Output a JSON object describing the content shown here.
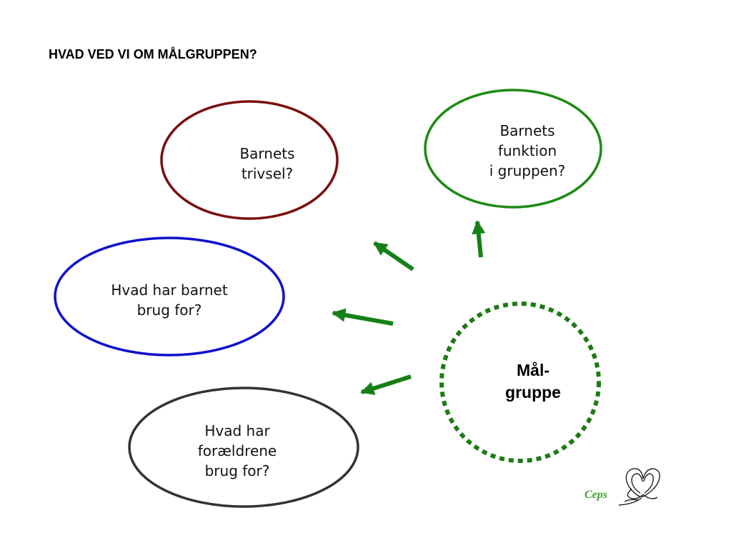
{
  "title": "HVAD VED VI OM MÅLGRUPPEN?",
  "center": {
    "lines": [
      "Mål-",
      "gruppe"
    ],
    "border_color": "#1e7a14",
    "border_style": "dotted"
  },
  "bubbles": [
    {
      "id": "trivsel",
      "lines": [
        "Barnets",
        "trivsel?"
      ],
      "border_color": "#7a0e0e"
    },
    {
      "id": "funktion",
      "lines": [
        "Barnets",
        "funktion",
        "i gruppen?"
      ],
      "border_color": "#1e8a14"
    },
    {
      "id": "barnet-brug",
      "lines": [
        "Hvad har barnet",
        "brug for?"
      ],
      "border_color": "#1010cc"
    },
    {
      "id": "foraeldrene-brug",
      "lines": [
        "Hvad har",
        "forældrene",
        "brug for?"
      ],
      "border_color": "#333333"
    }
  ],
  "arrow_color": "#168016",
  "logo": {
    "text": "Ceps",
    "icon": "heart-flower-icon"
  }
}
